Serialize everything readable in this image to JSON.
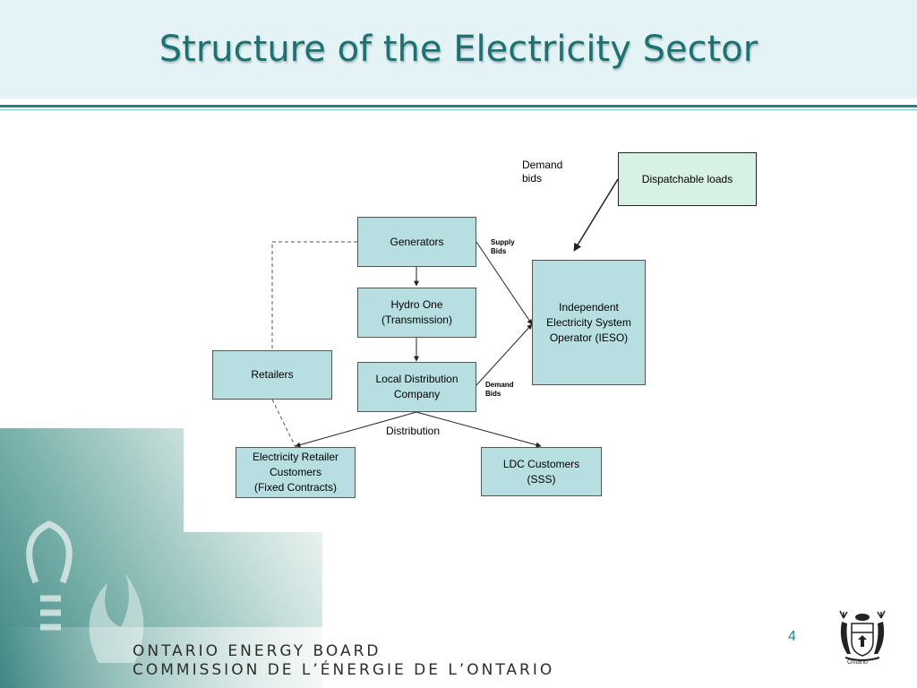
{
  "slide": {
    "title": "Structure of the Electricity Sector",
    "page_number": "4"
  },
  "footer": {
    "org_en": "ONTARIO ENERGY BOARD",
    "org_fr": "COMMISSION DE L’ÉNERGIE DE L’ONTARIO",
    "logo_caption": "Ontario"
  },
  "diagram": {
    "nodes": {
      "dispatchable": "Dispatchable loads",
      "generators": "Generators",
      "hydro_one": "Hydro One\n(Transmission)",
      "ldc": "Local Distribution\nCompany",
      "retailers": "Retailers",
      "ieso": "Independent\nElectricity System\nOperator (IESO)",
      "retailer_customers": "Electricity Retailer\nCustomers\n(Fixed Contracts)",
      "ldc_customers": "LDC Customers\n(SSS)"
    },
    "labels": {
      "demand_bids_top": "Demand\nbids",
      "supply_bids": "Supply\nBids",
      "demand_bids_ldc": "Demand\nBids",
      "distribution": "Distribution"
    }
  },
  "colors": {
    "title": "#1b7273",
    "box_fill": "#b7dfe2",
    "dispatchable_fill": "#d7f1e3",
    "rule": "#1a8585"
  }
}
